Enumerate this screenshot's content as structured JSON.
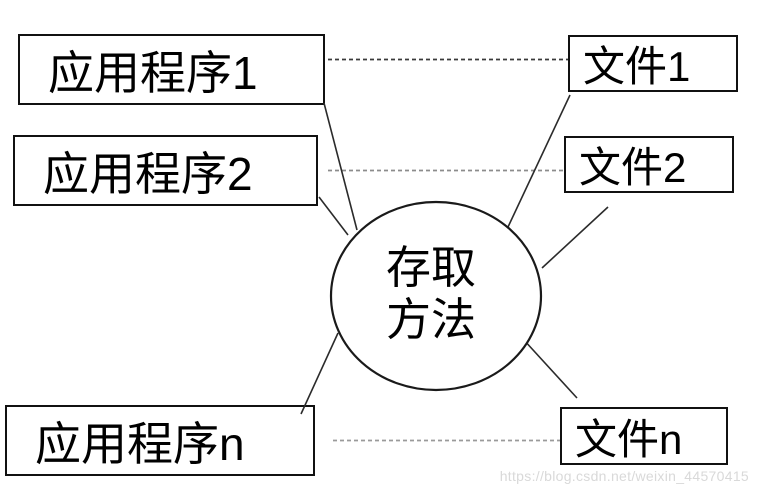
{
  "diagram": {
    "apps": [
      {
        "label": "应用程序1"
      },
      {
        "label": "应用程序2"
      },
      {
        "label": "应用程序n"
      }
    ],
    "files": [
      {
        "label": "文件1"
      },
      {
        "label": "文件2"
      },
      {
        "label": "文件n"
      }
    ],
    "center_label": "存取\n方法",
    "watermark": "https://blog.csdn.net/weixin_44570415",
    "colors": {
      "background": "#ffffff",
      "box_border": "#111111",
      "text": "#000000",
      "solid_line": "#2b2b2b",
      "dotted_line_top": "#3a3a3a",
      "dotted_line_middle": "#8c8c8c",
      "dotted_line_bottom": "#9a9a9a",
      "watermark": "#d9d9d9"
    }
  }
}
